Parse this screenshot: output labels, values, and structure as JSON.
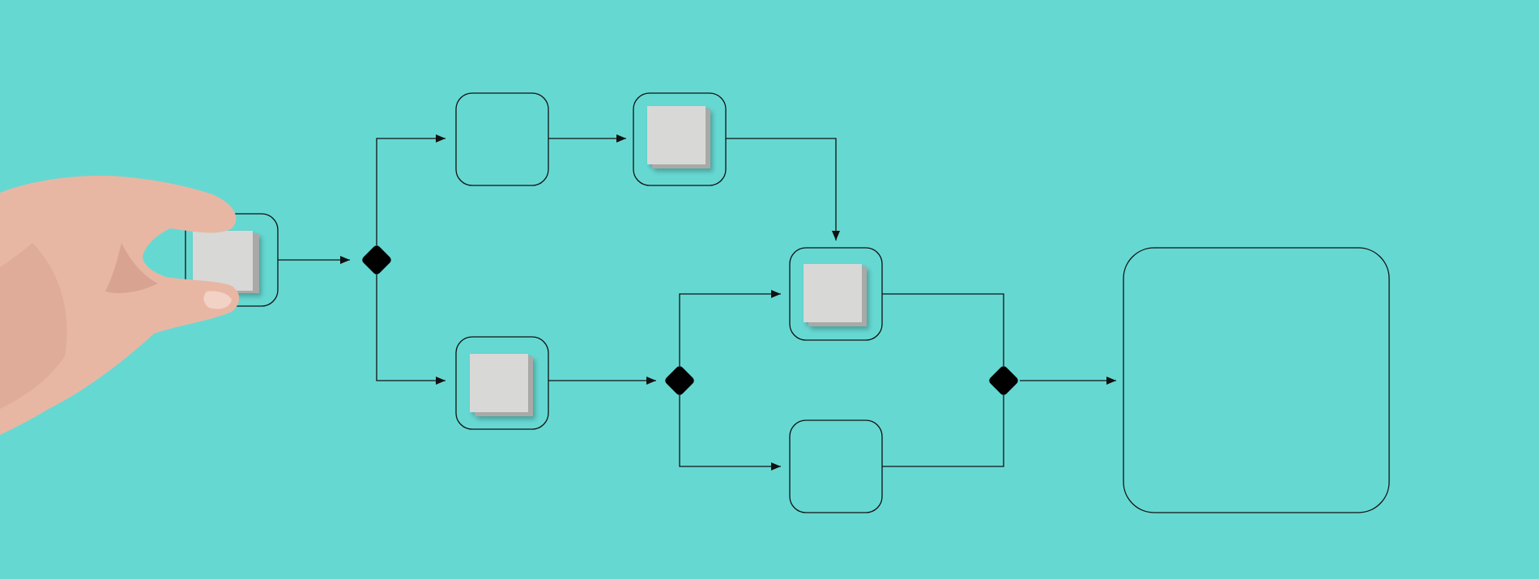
{
  "colors": {
    "background": "#66d8d2",
    "stroke": "#111111",
    "gateway_fill": "#000000",
    "block_face": "#d8d8d6",
    "block_side": "#a9aaa7",
    "skin": "#e8b7a4",
    "skin_shadow": "#c78c7c"
  },
  "icons": {
    "gateway": "diamond-gateway-icon",
    "block": "grey-cube-icon",
    "hand": "hand-holding-block-icon"
  },
  "diagram": {
    "nodes": [
      {
        "id": "start",
        "kind": "task",
        "filled": true,
        "held_by_hand": true
      },
      {
        "id": "gateway-1",
        "kind": "gateway"
      },
      {
        "id": "upper-task-1",
        "kind": "task",
        "filled": false
      },
      {
        "id": "upper-task-2",
        "kind": "task",
        "filled": true
      },
      {
        "id": "lower-task-1",
        "kind": "task",
        "filled": true
      },
      {
        "id": "gateway-2",
        "kind": "gateway"
      },
      {
        "id": "middle-task",
        "kind": "task",
        "filled": true
      },
      {
        "id": "bottom-task",
        "kind": "task",
        "filled": false
      },
      {
        "id": "gateway-3",
        "kind": "gateway"
      },
      {
        "id": "end",
        "kind": "task-large",
        "filled": false
      }
    ],
    "edges": [
      [
        "start",
        "gateway-1"
      ],
      [
        "gateway-1",
        "upper-task-1"
      ],
      [
        "gateway-1",
        "lower-task-1"
      ],
      [
        "upper-task-1",
        "upper-task-2"
      ],
      [
        "upper-task-2",
        "middle-task"
      ],
      [
        "lower-task-1",
        "gateway-2"
      ],
      [
        "gateway-2",
        "middle-task"
      ],
      [
        "gateway-2",
        "bottom-task"
      ],
      [
        "middle-task",
        "gateway-3"
      ],
      [
        "bottom-task",
        "gateway-3"
      ],
      [
        "gateway-3",
        "end"
      ]
    ]
  }
}
